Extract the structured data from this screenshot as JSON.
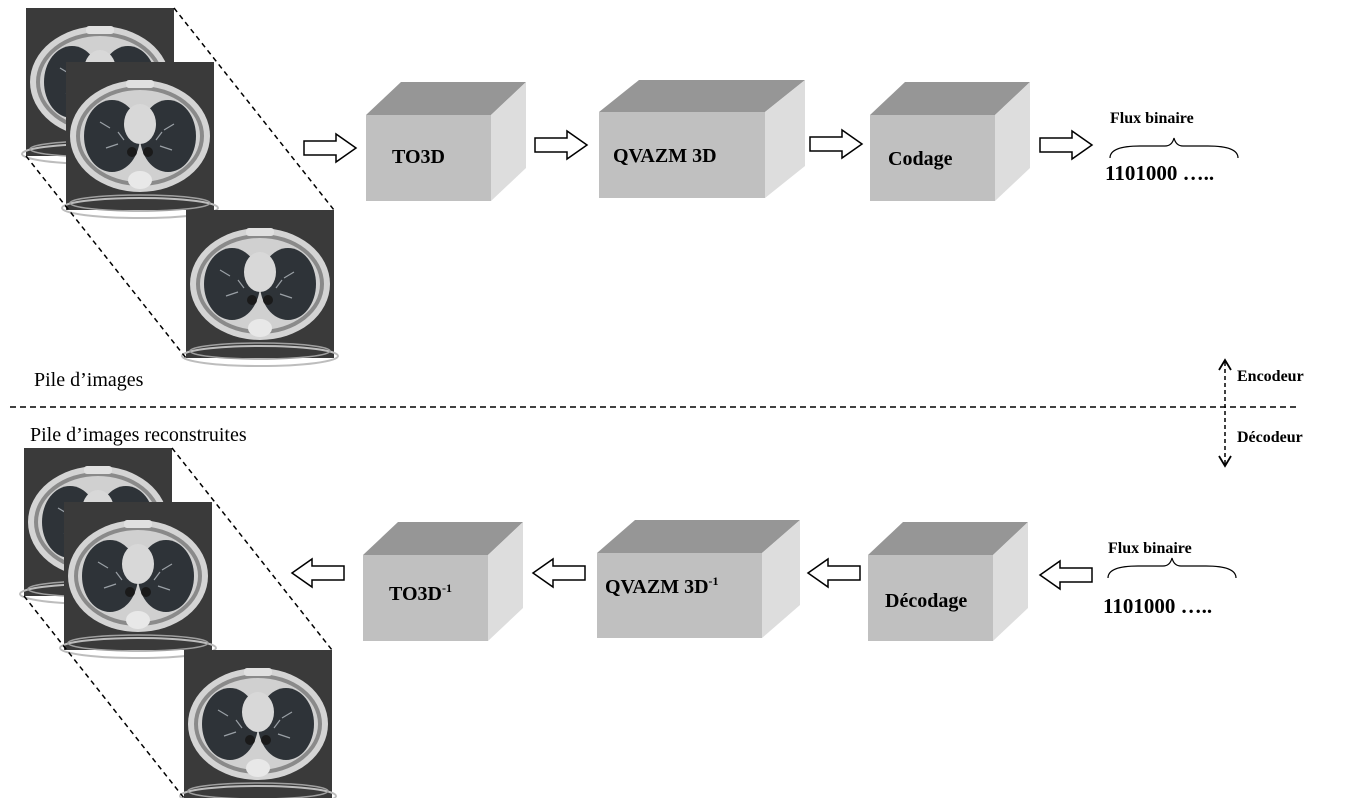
{
  "encoder": {
    "stack_label": "Pile d’images",
    "blocks": [
      {
        "label": "TO3D",
        "sup": ""
      },
      {
        "label": "QVAZM 3D",
        "sup": ""
      },
      {
        "label": "Codage",
        "sup": ""
      }
    ],
    "bitstream": {
      "title": "Flux binaire",
      "value": "1101000 ….."
    }
  },
  "decoder": {
    "stack_label": "Pile d’images reconstruites",
    "blocks": [
      {
        "label": "TO3D",
        "sup": "-1"
      },
      {
        "label": "QVAZM 3D",
        "sup": "-1"
      },
      {
        "label": "Décodage",
        "sup": ""
      }
    ],
    "bitstream": {
      "title": "Flux binaire",
      "value": "1101000 ….."
    }
  },
  "divider": {
    "encoder_label": "Encodeur",
    "decoder_label": "Décodeur"
  },
  "colors": {
    "box_front": "#c0c0c0",
    "box_top": "#969696",
    "box_side": "#dddddd",
    "ct_background": "#3a3a3a",
    "ct_body": "#d4d4d4",
    "ct_lung": "#2e3338"
  }
}
